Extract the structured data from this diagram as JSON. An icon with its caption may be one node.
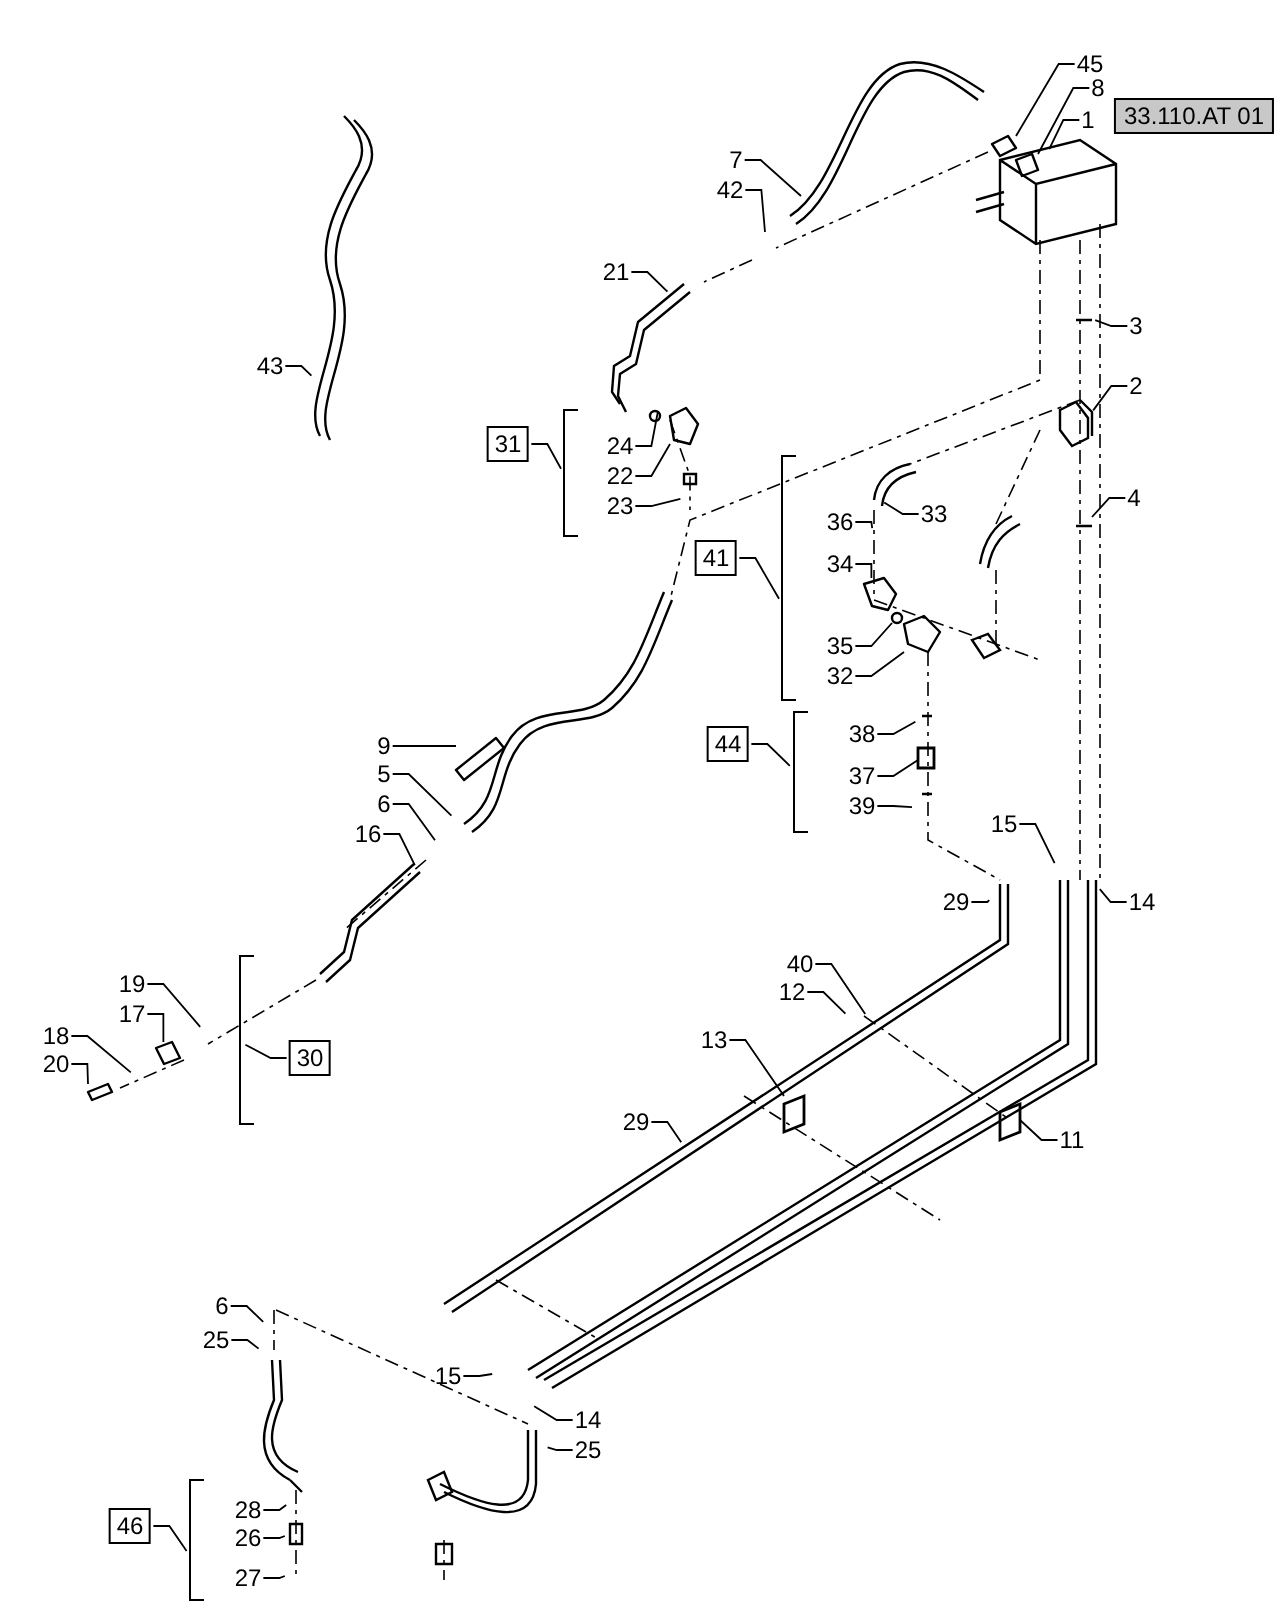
{
  "diagram": {
    "nodes": [
      {
        "text": [
          "33.110.AT 01"
        ]
      },
      {
        "text": [
          "45"
        ]
      },
      {
        "text": [
          "8"
        ]
      },
      {
        "text": [
          "1"
        ]
      },
      {
        "text": [
          "7"
        ]
      },
      {
        "text": [
          "42"
        ]
      },
      {
        "text": [
          "21"
        ]
      },
      {
        "text": [
          "3"
        ]
      },
      {
        "text": [
          "43"
        ]
      },
      {
        "text": [
          "2"
        ]
      },
      {
        "text": [
          "24"
        ]
      },
      {
        "text": [
          "31"
        ]
      },
      {
        "text": [
          "22"
        ]
      },
      {
        "text": [
          "23"
        ]
      },
      {
        "text": [
          "4"
        ]
      },
      {
        "text": [
          "33"
        ]
      },
      {
        "text": [
          "36"
        ]
      },
      {
        "text": [
          "41"
        ]
      },
      {
        "text": [
          "34"
        ]
      },
      {
        "text": [
          "35"
        ]
      },
      {
        "text": [
          "32"
        ]
      },
      {
        "text": [
          "38"
        ]
      },
      {
        "text": [
          "9"
        ]
      },
      {
        "text": [
          "44"
        ]
      },
      {
        "text": [
          "5"
        ]
      },
      {
        "text": [
          "37"
        ]
      },
      {
        "text": [
          "6"
        ]
      },
      {
        "text": [
          "39"
        ]
      },
      {
        "text": [
          "15"
        ]
      },
      {
        "text": [
          "16"
        ]
      },
      {
        "text": [
          "29"
        ]
      },
      {
        "text": [
          "14"
        ]
      },
      {
        "text": [
          "40"
        ]
      },
      {
        "text": [
          "19"
        ]
      },
      {
        "text": [
          "12"
        ]
      },
      {
        "text": [
          "17"
        ]
      },
      {
        "text": [
          "18"
        ]
      },
      {
        "text": [
          "13"
        ]
      },
      {
        "text": [
          "30"
        ]
      },
      {
        "text": [
          "20"
        ]
      },
      {
        "text": [
          "29"
        ]
      },
      {
        "text": [
          "11"
        ]
      },
      {
        "text": [
          "6"
        ]
      },
      {
        "text": [
          "25"
        ]
      },
      {
        "text": [
          "15"
        ]
      },
      {
        "text": [
          "14"
        ]
      },
      {
        "text": [
          "25"
        ]
      },
      {
        "text": [
          "28"
        ]
      },
      {
        "text": [
          "46"
        ]
      },
      {
        "text": [
          "26"
        ]
      },
      {
        "text": [
          "27"
        ]
      },
      {
        "text": [],
        "shape": "picture"
      },
      {
        "text": [],
        "shape": "picture"
      },
      {
        "text": [],
        "shape": "picture"
      },
      {
        "text": [],
        "shape": "picture"
      },
      {
        "text": [],
        "shape": "picture"
      },
      {
        "text": [],
        "shape": "picture"
      },
      {
        "text": [],
        "shape": "box"
      },
      {
        "text": [],
        "shape": "picture"
      },
      {
        "text": [],
        "shape": "box"
      },
      {
        "text": [],
        "shape": "box"
      },
      {
        "text": [],
        "shape": "circle"
      },
      {
        "text": [],
        "shape": "picture"
      },
      {
        "text": [],
        "shape": "circle"
      }
    ],
    "edges": [
      {
        "from": 1,
        "to": 51,
        "arrow": "none"
      },
      {
        "from": 2,
        "to": 52,
        "arrow": "none"
      },
      {
        "from": 3,
        "to": null,
        "arrow": "none"
      },
      {
        "from": 4,
        "to": null,
        "arrow": "none"
      },
      {
        "from": 5,
        "to": null,
        "arrow": "none"
      },
      {
        "from": 6,
        "to": null,
        "arrow": "none"
      },
      {
        "from": 7,
        "to": null,
        "arrow": "none"
      },
      {
        "from": 8,
        "to": null,
        "arrow": "none"
      },
      {
        "from": 9,
        "to": null,
        "arrow": "none"
      },
      {
        "from": 10,
        "to": 63,
        "arrow": "none"
      },
      {
        "from": 11,
        "to": null,
        "arrow": "none"
      },
      {
        "from": 12,
        "to": 53,
        "arrow": "none"
      },
      {
        "from": 13,
        "to": null,
        "arrow": "none"
      },
      {
        "from": 14,
        "to": null,
        "arrow": "none"
      },
      {
        "from": 15,
        "to": null,
        "arrow": "none"
      },
      {
        "from": 16,
        "to": null,
        "arrow": "none"
      },
      {
        "from": 17,
        "to": null,
        "arrow": "none"
      },
      {
        "from": 18,
        "to": 54,
        "arrow": "none"
      },
      {
        "from": 19,
        "to": 61,
        "arrow": "none"
      },
      {
        "from": 20,
        "to": 55,
        "arrow": "none"
      },
      {
        "from": 21,
        "to": null,
        "arrow": "none"
      },
      {
        "from": 22,
        "to": 56,
        "arrow": "none"
      },
      {
        "from": 23,
        "to": null,
        "arrow": "none"
      },
      {
        "from": 24,
        "to": null,
        "arrow": "none"
      },
      {
        "from": 25,
        "to": 57,
        "arrow": "none"
      },
      {
        "from": 26,
        "to": null,
        "arrow": "none"
      },
      {
        "from": 27,
        "to": null,
        "arrow": "none"
      },
      {
        "from": 28,
        "to": null,
        "arrow": "none"
      },
      {
        "from": 29,
        "to": null,
        "arrow": "none"
      },
      {
        "from": 30,
        "to": null,
        "arrow": "none"
      },
      {
        "from": 31,
        "to": null,
        "arrow": "none"
      },
      {
        "from": 32,
        "to": null,
        "arrow": "none"
      },
      {
        "from": 33,
        "to": null,
        "arrow": "none"
      },
      {
        "from": 34,
        "to": null,
        "arrow": "none"
      },
      {
        "from": 35,
        "to": 58,
        "arrow": "none"
      },
      {
        "from": 36,
        "to": null,
        "arrow": "none"
      },
      {
        "from": 37,
        "to": 59,
        "arrow": "none"
      },
      {
        "from": 38,
        "to": null,
        "arrow": "none"
      },
      {
        "from": 39,
        "to": 62,
        "arrow": "none"
      },
      {
        "from": 40,
        "to": null,
        "arrow": "none"
      },
      {
        "from": 41,
        "to": 60,
        "arrow": "none"
      },
      {
        "from": 42,
        "to": null,
        "arrow": "none"
      },
      {
        "from": 43,
        "to": null,
        "arrow": "none"
      },
      {
        "from": 44,
        "to": null,
        "arrow": "none"
      },
      {
        "from": 45,
        "to": null,
        "arrow": "none"
      },
      {
        "from": 46,
        "to": null,
        "arrow": "none"
      },
      {
        "from": 47,
        "to": null,
        "arrow": "none"
      },
      {
        "from": 48,
        "to": null,
        "arrow": "none"
      },
      {
        "from": 49,
        "to": null,
        "arrow": "none"
      },
      {
        "from": 50,
        "to": null,
        "arrow": "none"
      }
    ]
  }
}
